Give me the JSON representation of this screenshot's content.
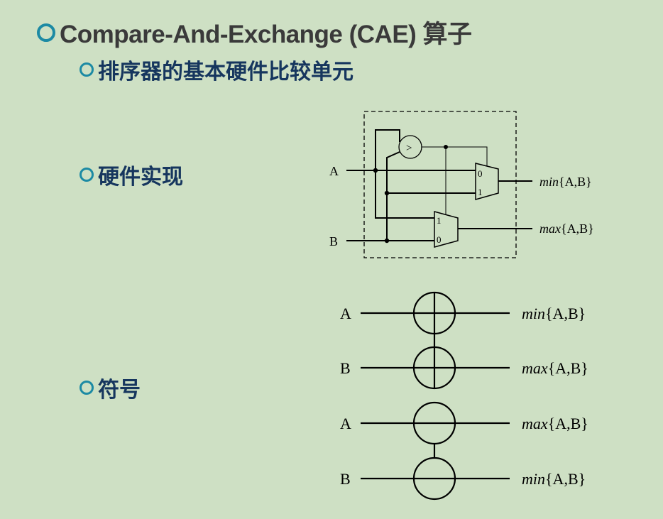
{
  "slide": {
    "title": "Compare-And-Exchange (CAE) 算子",
    "bullets": [
      {
        "label": "排序器的基本硬件比较单元"
      },
      {
        "label": "硬件实现"
      },
      {
        "label": "符号"
      }
    ]
  },
  "circuit": {
    "input_a": "A",
    "input_b": "B",
    "comparator_symbol": ">",
    "mux_top_in0": "0",
    "mux_top_in1": "1",
    "mux_bottom_in1": "1",
    "mux_bottom_in0": "0",
    "output_min_fn": "min",
    "output_min_args": "{A,B}",
    "output_max_fn": "max",
    "output_max_args": "{A,B}"
  },
  "symbols": [
    {
      "input_top": "A",
      "output_top_fn": "min",
      "output_top_args": "{A,B}",
      "input_bottom": "B",
      "output_bottom_fn": "max",
      "output_bottom_args": "{A,B}"
    },
    {
      "input_top": "A",
      "output_top_fn": "max",
      "output_top_args": "{A,B}",
      "input_bottom": "B",
      "output_bottom_fn": "min",
      "output_bottom_args": "{A,B}"
    }
  ],
  "colors": {
    "background": "#cee0c4",
    "title_text": "#3a3a3a",
    "subtitle_text": "#16365e",
    "bullet_ring": "#1c8aa4"
  }
}
